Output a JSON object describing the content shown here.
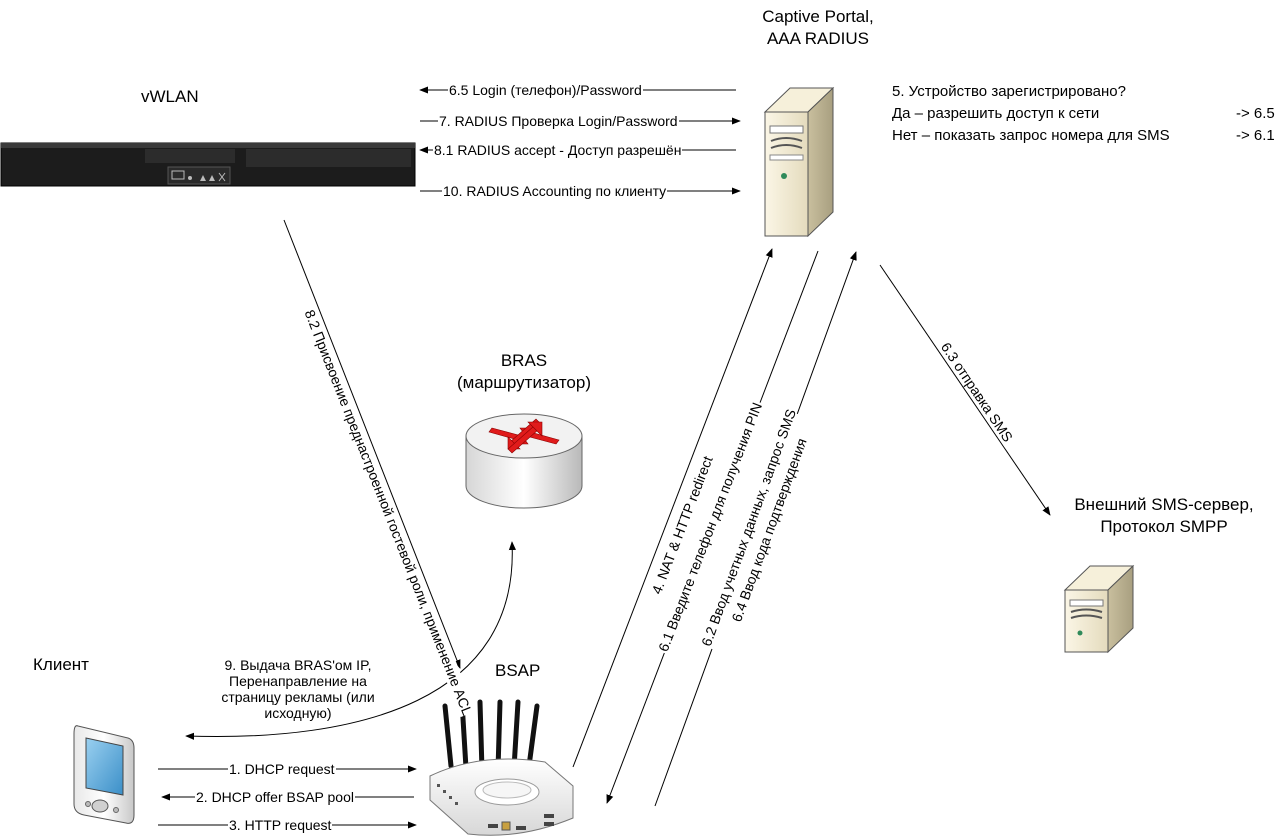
{
  "nodes": {
    "captive_portal": {
      "line1": "Captive Portal,",
      "line2": "AAA RADIUS"
    },
    "vwlan": {
      "title": "vWLAN"
    },
    "bras": {
      "line1": "BRAS",
      "line2": "(маршрутизатор)"
    },
    "sms_server": {
      "line1": "Внешний SMS-сервер,",
      "line2": "Протокол SMPP"
    },
    "client": {
      "title": "Клиент"
    },
    "bsap": {
      "title": "BSAP"
    }
  },
  "decision": {
    "question": "5. Устройство зарегистрировано?",
    "yes_text": "Да – разрешить доступ к сети",
    "yes_target": "-> 6.5",
    "no_text": "Нет – показать запрос номера для SMS",
    "no_target": "-> 6.1"
  },
  "steps": {
    "s1": "1. DHCP request",
    "s2": "2. DHCP offer BSAP pool",
    "s3": "3. HTTP request",
    "s4": "4. NAT & HTTP redirect",
    "s61": "6.1 Введите телефон для получения PIN",
    "s62": "6.2 Ввод учетных данных, запрос SMS",
    "s63": "6.3 отправка SMS",
    "s64": "6.4 Ввод кода подтверждения",
    "s65": "6.5 Login (телефон)/Password",
    "s7": "7. RADIUS Проверка Login/Password",
    "s81": "8.1 RADIUS accept - Доступ разрешён",
    "s82_line1": "8.2 Присвоение преднастроенной гостевой роли,",
    "s82_line2": "применение ACL",
    "s9_line1": "9. Выдача BRAS'ом IP,",
    "s9_line2": "Перенаправление на",
    "s9_line3": "страницу рекламы (или",
    "s9_line4": "исходную)",
    "s10": "10. RADIUS Accounting по клиенту"
  },
  "colors": {
    "line": "#000000",
    "bras_arrows": "#e01b1b",
    "server_body": "#f3ecd3",
    "device_dark": "#1a1a1a"
  }
}
